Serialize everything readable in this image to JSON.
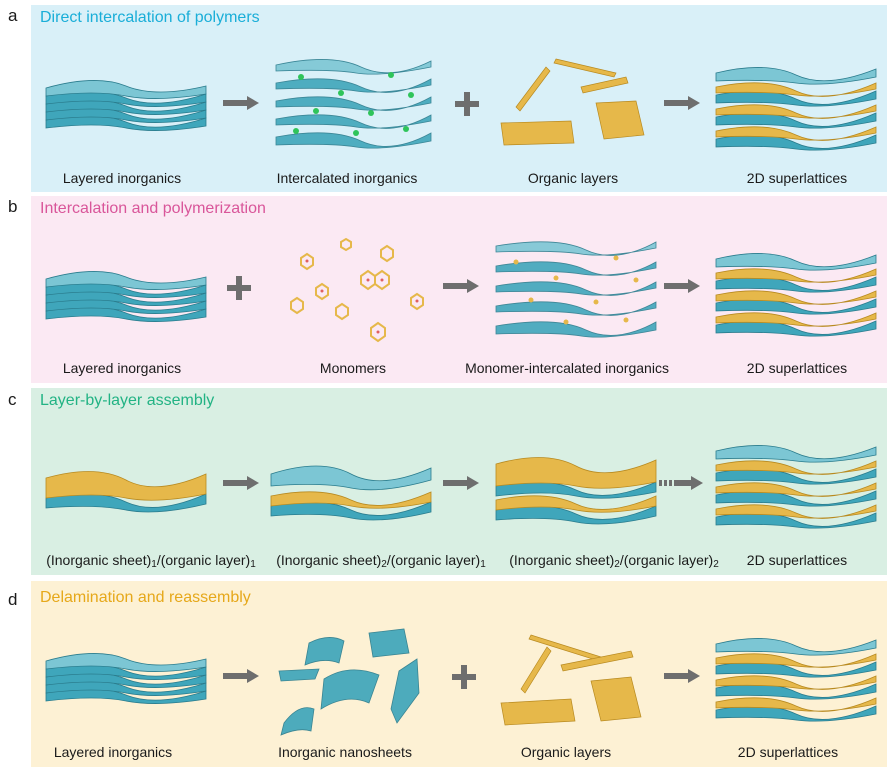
{
  "colors": {
    "panel_a": "#d9f0f8",
    "panel_b": "#fbe9f3",
    "panel_c": "#d9efe3",
    "panel_d": "#fdf1d4",
    "title_a": "#1aaed8",
    "title_b": "#d9569a",
    "title_c": "#22b384",
    "title_d": "#e6a81a",
    "sheet": "#3fa6bb",
    "organic": "#e6b84a",
    "arrow": "#6e6e6e"
  },
  "panels": {
    "a": {
      "letter": "a",
      "title": "Direct intercalation of polymers",
      "labels": [
        "Layered inorganics",
        "Intercalated inorganics",
        "Organic layers",
        "2D superlattices"
      ]
    },
    "b": {
      "letter": "b",
      "title": "Intercalation and polymerization",
      "labels": [
        "Layered inorganics",
        "Monomers",
        "Monomer-intercalated inorganics",
        "2D superlattices"
      ]
    },
    "c": {
      "letter": "c",
      "title": "Layer-by-layer assembly",
      "labels": [
        {
          "main1": "(Inorganic sheet)",
          "sub1": "1",
          "main2": "/(organic layer)",
          "sub2": "1"
        },
        {
          "main1": "(Inorganic sheet)",
          "sub1": "2",
          "main2": "/(organic layer)",
          "sub2": "1"
        },
        {
          "main1": "(Inorganic sheet)",
          "sub1": "2",
          "main2": "/(organic layer)",
          "sub2": "2"
        },
        "2D superlattices"
      ]
    },
    "d": {
      "letter": "d",
      "title": "Delamination and reassembly",
      "labels": [
        "Layered inorganics",
        "Inorganic nanosheets",
        "Organic layers",
        "2D superlattices"
      ]
    }
  },
  "icons": [
    "arrow-right-icon",
    "plus-icon",
    "dashed-arrow-icon"
  ]
}
